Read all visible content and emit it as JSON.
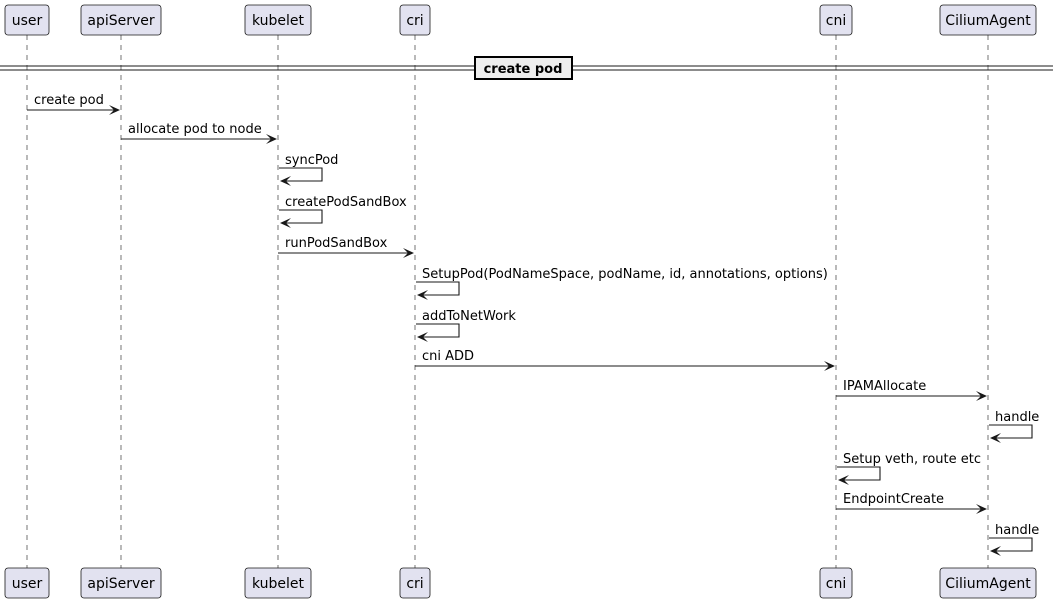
{
  "participants": [
    {
      "id": "user",
      "label": "user"
    },
    {
      "id": "apiServer",
      "label": "apiServer"
    },
    {
      "id": "kubelet",
      "label": "kubelet"
    },
    {
      "id": "cri",
      "label": "cri"
    },
    {
      "id": "cni",
      "label": "cni"
    },
    {
      "id": "CiliumAgent",
      "label": "CiliumAgent"
    }
  ],
  "divider": {
    "label": "create pod"
  },
  "messages": [
    {
      "from": "user",
      "to": "apiServer",
      "label": "create pod"
    },
    {
      "from": "apiServer",
      "to": "kubelet",
      "label": "allocate pod to node"
    },
    {
      "from": "kubelet",
      "to": "kubelet",
      "label": "syncPod"
    },
    {
      "from": "kubelet",
      "to": "kubelet",
      "label": "createPodSandBox"
    },
    {
      "from": "kubelet",
      "to": "cri",
      "label": "runPodSandBox"
    },
    {
      "from": "cri",
      "to": "cri",
      "label": "SetupPod(PodNameSpace, podName, id, annotations, options)"
    },
    {
      "from": "cri",
      "to": "cri",
      "label": "addToNetWork"
    },
    {
      "from": "cri",
      "to": "cni",
      "label": "cni ADD"
    },
    {
      "from": "cni",
      "to": "CiliumAgent",
      "label": "IPAMAllocate"
    },
    {
      "from": "CiliumAgent",
      "to": "CiliumAgent",
      "label": "handle"
    },
    {
      "from": "cni",
      "to": "cni",
      "label": "Setup veth, route etc"
    },
    {
      "from": "cni",
      "to": "CiliumAgent",
      "label": "EndpointCreate"
    },
    {
      "from": "CiliumAgent",
      "to": "CiliumAgent",
      "label": "handle"
    }
  ]
}
